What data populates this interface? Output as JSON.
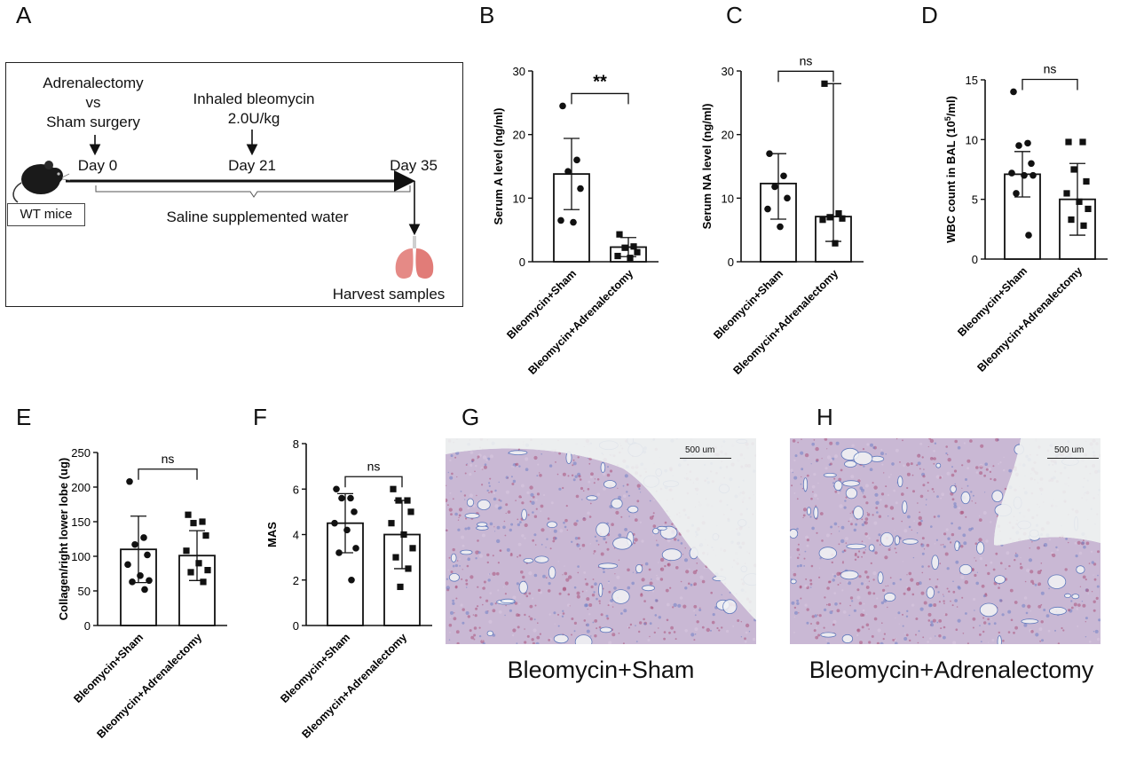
{
  "panels": {
    "A": "A",
    "B": "B",
    "C": "C",
    "D": "D",
    "E": "E",
    "F": "F",
    "G": "G",
    "H": "H"
  },
  "timeline": {
    "surgery_line1": "Adrenalectomy",
    "surgery_line2": "vs",
    "surgery_line3": "Sham surgery",
    "bleo_line1": "Inhaled bleomycin",
    "bleo_line2": "2.0U/kg",
    "day0": "Day 0",
    "day21": "Day 21",
    "day35": "Day 35",
    "water": "Saline supplemented water",
    "mice": "WT mice",
    "harvest": "Harvest samples"
  },
  "micrographs": {
    "G": {
      "caption": "Bleomycin+Sham",
      "scale_bar": "500 um"
    },
    "H": {
      "caption": "Bleomycin+Adrenalectomy",
      "scale_bar": "500 um"
    }
  },
  "chart_data": [
    {
      "id": "B",
      "type": "bar",
      "ylabel": "Serum A level (ng/ml)",
      "ylim": [
        0,
        30
      ],
      "yticks": [
        0,
        10,
        20,
        30
      ],
      "categories": [
        "Bleomycin+Sham",
        "Bleomycin+Adrenalectomy"
      ],
      "values": [
        13.8,
        2.3
      ],
      "err_upper": [
        19.4,
        3.8
      ],
      "err_lower": [
        8.2,
        0.8
      ],
      "points": [
        [
          24.5,
          16,
          14.2,
          11.5,
          6.5,
          6.2
        ],
        [
          4.3,
          2.4,
          2.2,
          1.5,
          0.9,
          0.6
        ]
      ],
      "markers": [
        "circle",
        "square"
      ],
      "significance": "**"
    },
    {
      "id": "C",
      "type": "bar",
      "ylabel": "Serum NA level (ng/ml)",
      "ylim": [
        0,
        30
      ],
      "yticks": [
        0,
        10,
        20,
        30
      ],
      "categories": [
        "Bleomycin+Sham",
        "Bleomycin+Adrenalectomy"
      ],
      "values": [
        12.3,
        7.1
      ],
      "err_upper": [
        17,
        28
      ],
      "err_lower": [
        6.7,
        3.2
      ],
      "points": [
        [
          17,
          13.5,
          11.8,
          10,
          8.3,
          5.5
        ],
        [
          28,
          7.6,
          7,
          6.8,
          6.6,
          2.9
        ]
      ],
      "markers": [
        "circle",
        "square"
      ],
      "significance": "ns"
    },
    {
      "id": "D",
      "type": "bar",
      "ylabel": "WBC count in BAL (10⁵/ml)",
      "ylim": [
        0,
        15
      ],
      "yticks": [
        0,
        5,
        10,
        15
      ],
      "categories": [
        "Bleomycin+Sham",
        "Bleomycin+Adrenalectomy"
      ],
      "values": [
        7.1,
        5.0
      ],
      "err_upper": [
        9.0,
        8.0
      ],
      "err_lower": [
        5.2,
        2.0
      ],
      "points": [
        [
          14,
          9.7,
          9.5,
          8.0,
          7.2,
          7.0,
          7.0,
          5.5,
          2.0
        ],
        [
          9.8,
          9.8,
          7.5,
          6.5,
          5.5,
          4.8,
          4.2,
          3.3,
          2.8
        ]
      ],
      "markers": [
        "circle",
        "square"
      ],
      "significance": "ns"
    },
    {
      "id": "E",
      "type": "bar",
      "ylabel": "Collagen/right lower lobe (ug)",
      "ylim": [
        0,
        250
      ],
      "yticks": [
        0,
        50,
        100,
        150,
        200,
        250
      ],
      "categories": [
        "Bleomycin+Sham",
        "Bleomycin+Adrenalectomy"
      ],
      "values": [
        110,
        101
      ],
      "err_upper": [
        158,
        137
      ],
      "err_lower": [
        62,
        65
      ],
      "points": [
        [
          208,
          127,
          117,
          102,
          88,
          72,
          65,
          63,
          52
        ],
        [
          160,
          150,
          148,
          130,
          108,
          90,
          80,
          77,
          63
        ]
      ],
      "markers": [
        "circle",
        "square"
      ],
      "significance": "ns"
    },
    {
      "id": "F",
      "type": "bar",
      "ylabel": "MAS",
      "ylim": [
        0,
        8
      ],
      "yticks": [
        0,
        2,
        4,
        6,
        8
      ],
      "categories": [
        "Bleomycin+Sham",
        "Bleomycin+Adrenalectomy"
      ],
      "values": [
        4.5,
        4.0
      ],
      "err_upper": [
        5.8,
        5.5
      ],
      "err_lower": [
        3.2,
        2.5
      ],
      "points": [
        [
          6.0,
          5.6,
          5.6,
          5.0,
          4.5,
          4.2,
          3.4,
          3.2,
          2.0
        ],
        [
          6.0,
          5.5,
          5.5,
          5.0,
          4.5,
          4.0,
          3.4,
          3.0,
          2.5,
          1.7
        ]
      ],
      "markers": [
        "circle",
        "square"
      ],
      "significance": "ns"
    }
  ]
}
